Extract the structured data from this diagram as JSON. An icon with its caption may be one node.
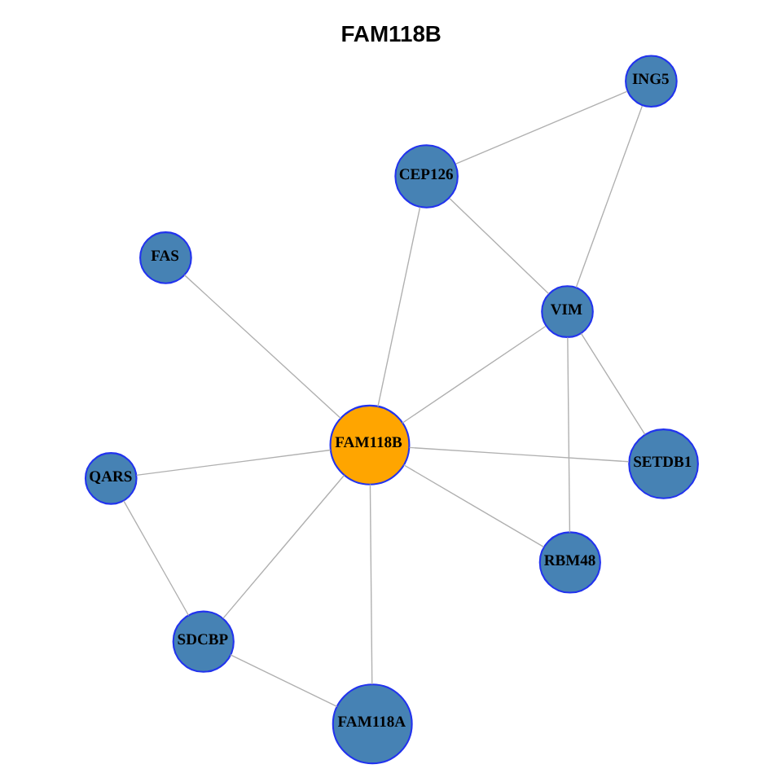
{
  "diagram": {
    "title": "FAM118B",
    "nodes": [
      {
        "text": [
          "FAS"
        ]
      },
      {
        "text": [
          "SETDB1"
        ]
      },
      {
        "text": [
          "FAM118A"
        ]
      },
      {
        "text": [
          "CEP126"
        ]
      },
      {
        "text": [
          "FAM118B"
        ]
      },
      {
        "text": [
          "VIM"
        ]
      },
      {
        "text": [
          "SDCBP"
        ]
      },
      {
        "text": [
          "ING5"
        ]
      },
      {
        "text": [
          "QARS"
        ]
      },
      {
        "text": [
          "RBM48"
        ]
      }
    ],
    "edges": [
      {
        "from": 4,
        "to": 0,
        "arrow": "none"
      },
      {
        "from": 4,
        "to": 2,
        "arrow": "none"
      },
      {
        "from": 4,
        "to": 6,
        "arrow": "none"
      },
      {
        "from": 4,
        "to": 8,
        "arrow": "none"
      },
      {
        "from": 4,
        "to": 3,
        "arrow": "none"
      },
      {
        "from": 4,
        "to": 1,
        "arrow": "none"
      },
      {
        "from": 4,
        "to": 5,
        "arrow": "none"
      },
      {
        "from": 4,
        "to": 9,
        "arrow": "none"
      },
      {
        "from": 2,
        "to": 6,
        "arrow": "none"
      },
      {
        "from": 6,
        "to": 8,
        "arrow": "none"
      },
      {
        "from": 3,
        "to": 7,
        "arrow": "none"
      },
      {
        "from": 3,
        "to": 5,
        "arrow": "none"
      },
      {
        "from": 1,
        "to": 5,
        "arrow": "none"
      },
      {
        "from": 5,
        "to": 7,
        "arrow": "none"
      },
      {
        "from": 5,
        "to": 9,
        "arrow": "none"
      }
    ]
  }
}
